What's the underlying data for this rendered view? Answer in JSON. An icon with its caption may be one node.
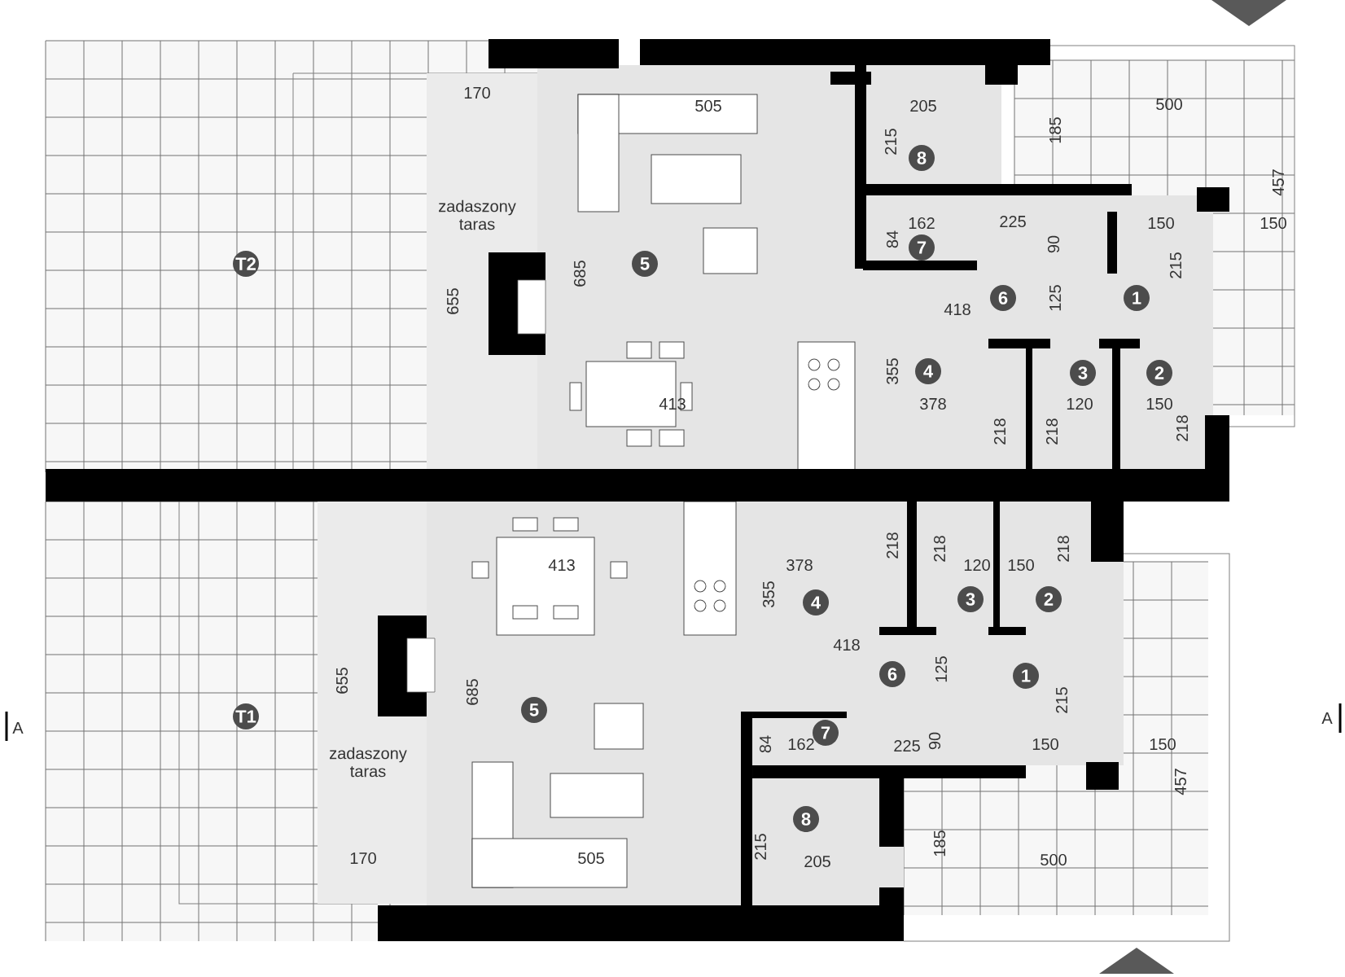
{
  "diagram": {
    "nodes": [
      {
        "text": [
          "T2"
        ]
      },
      {
        "text": [
          "8"
        ]
      },
      {
        "text": [
          "7"
        ]
      },
      {
        "text": [
          "5"
        ]
      },
      {
        "text": [
          "6"
        ]
      },
      {
        "text": [
          "1"
        ]
      },
      {
        "text": [
          "4"
        ]
      },
      {
        "text": [
          "3"
        ]
      },
      {
        "text": [
          "2"
        ]
      },
      {
        "text": [
          "4"
        ]
      },
      {
        "text": [
          "3"
        ]
      },
      {
        "text": [
          "2"
        ]
      },
      {
        "text": [
          "6"
        ]
      },
      {
        "text": [
          "1"
        ]
      },
      {
        "text": [
          "5"
        ]
      },
      {
        "text": [
          "T1"
        ]
      },
      {
        "text": [
          "7"
        ]
      },
      {
        "text": [
          "8"
        ]
      }
    ],
    "labels": [
      "170",
      "505",
      "205",
      "500",
      "215",
      "185",
      "457",
      "zadaszony taras",
      "162",
      "225",
      "150",
      "150",
      "84",
      "90",
      "685",
      "215",
      "655",
      "418",
      "125",
      "355",
      "413",
      "378",
      "120",
      "150",
      "218",
      "218",
      "218",
      "413",
      "378",
      "218",
      "218",
      "120",
      "150",
      "218",
      "355",
      "418",
      "125",
      "655",
      "685",
      "215",
      "A",
      "84",
      "162",
      "225",
      "90",
      "150",
      "150",
      "A",
      "zadaszony taras",
      "457",
      "170",
      "505",
      "215",
      "205",
      "185",
      "500"
    ]
  }
}
